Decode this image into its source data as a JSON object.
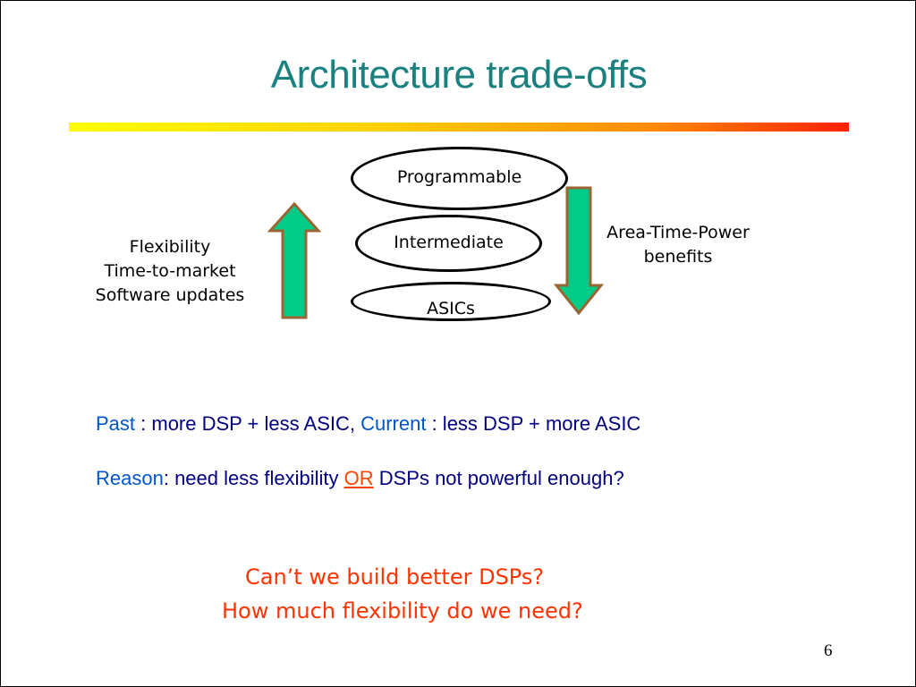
{
  "slide": {
    "title": "Architecture trade-offs",
    "page_number": "6"
  },
  "diagram": {
    "levels": [
      "Programmable",
      "Intermediate",
      "ASICs"
    ],
    "left_labels": [
      "Flexibility",
      "Time-to-market",
      "Software updates"
    ],
    "right_labels": [
      "Area-Time-Power",
      "benefits"
    ],
    "arrow_fill_color": "#00cc88",
    "arrow_border_color": "#996633"
  },
  "body": {
    "line1": {
      "past": "Past",
      "past_text": " : more DSP + less ASIC, ",
      "current": "Current",
      "current_text": " : less DSP + more ASIC"
    },
    "line2": {
      "reason": "Reason",
      "reason_text": ": need less flexibility ",
      "or": "OR",
      "end_text": " DSPs not powerful enough?"
    }
  },
  "questions": [
    "Can’t we build better DSPs?",
    "How much flexibility do we need?"
  ],
  "colors": {
    "title": "#1a8080",
    "body_text": "#000080",
    "keyword": "#0055cc",
    "emphasis": "#ff3300"
  }
}
